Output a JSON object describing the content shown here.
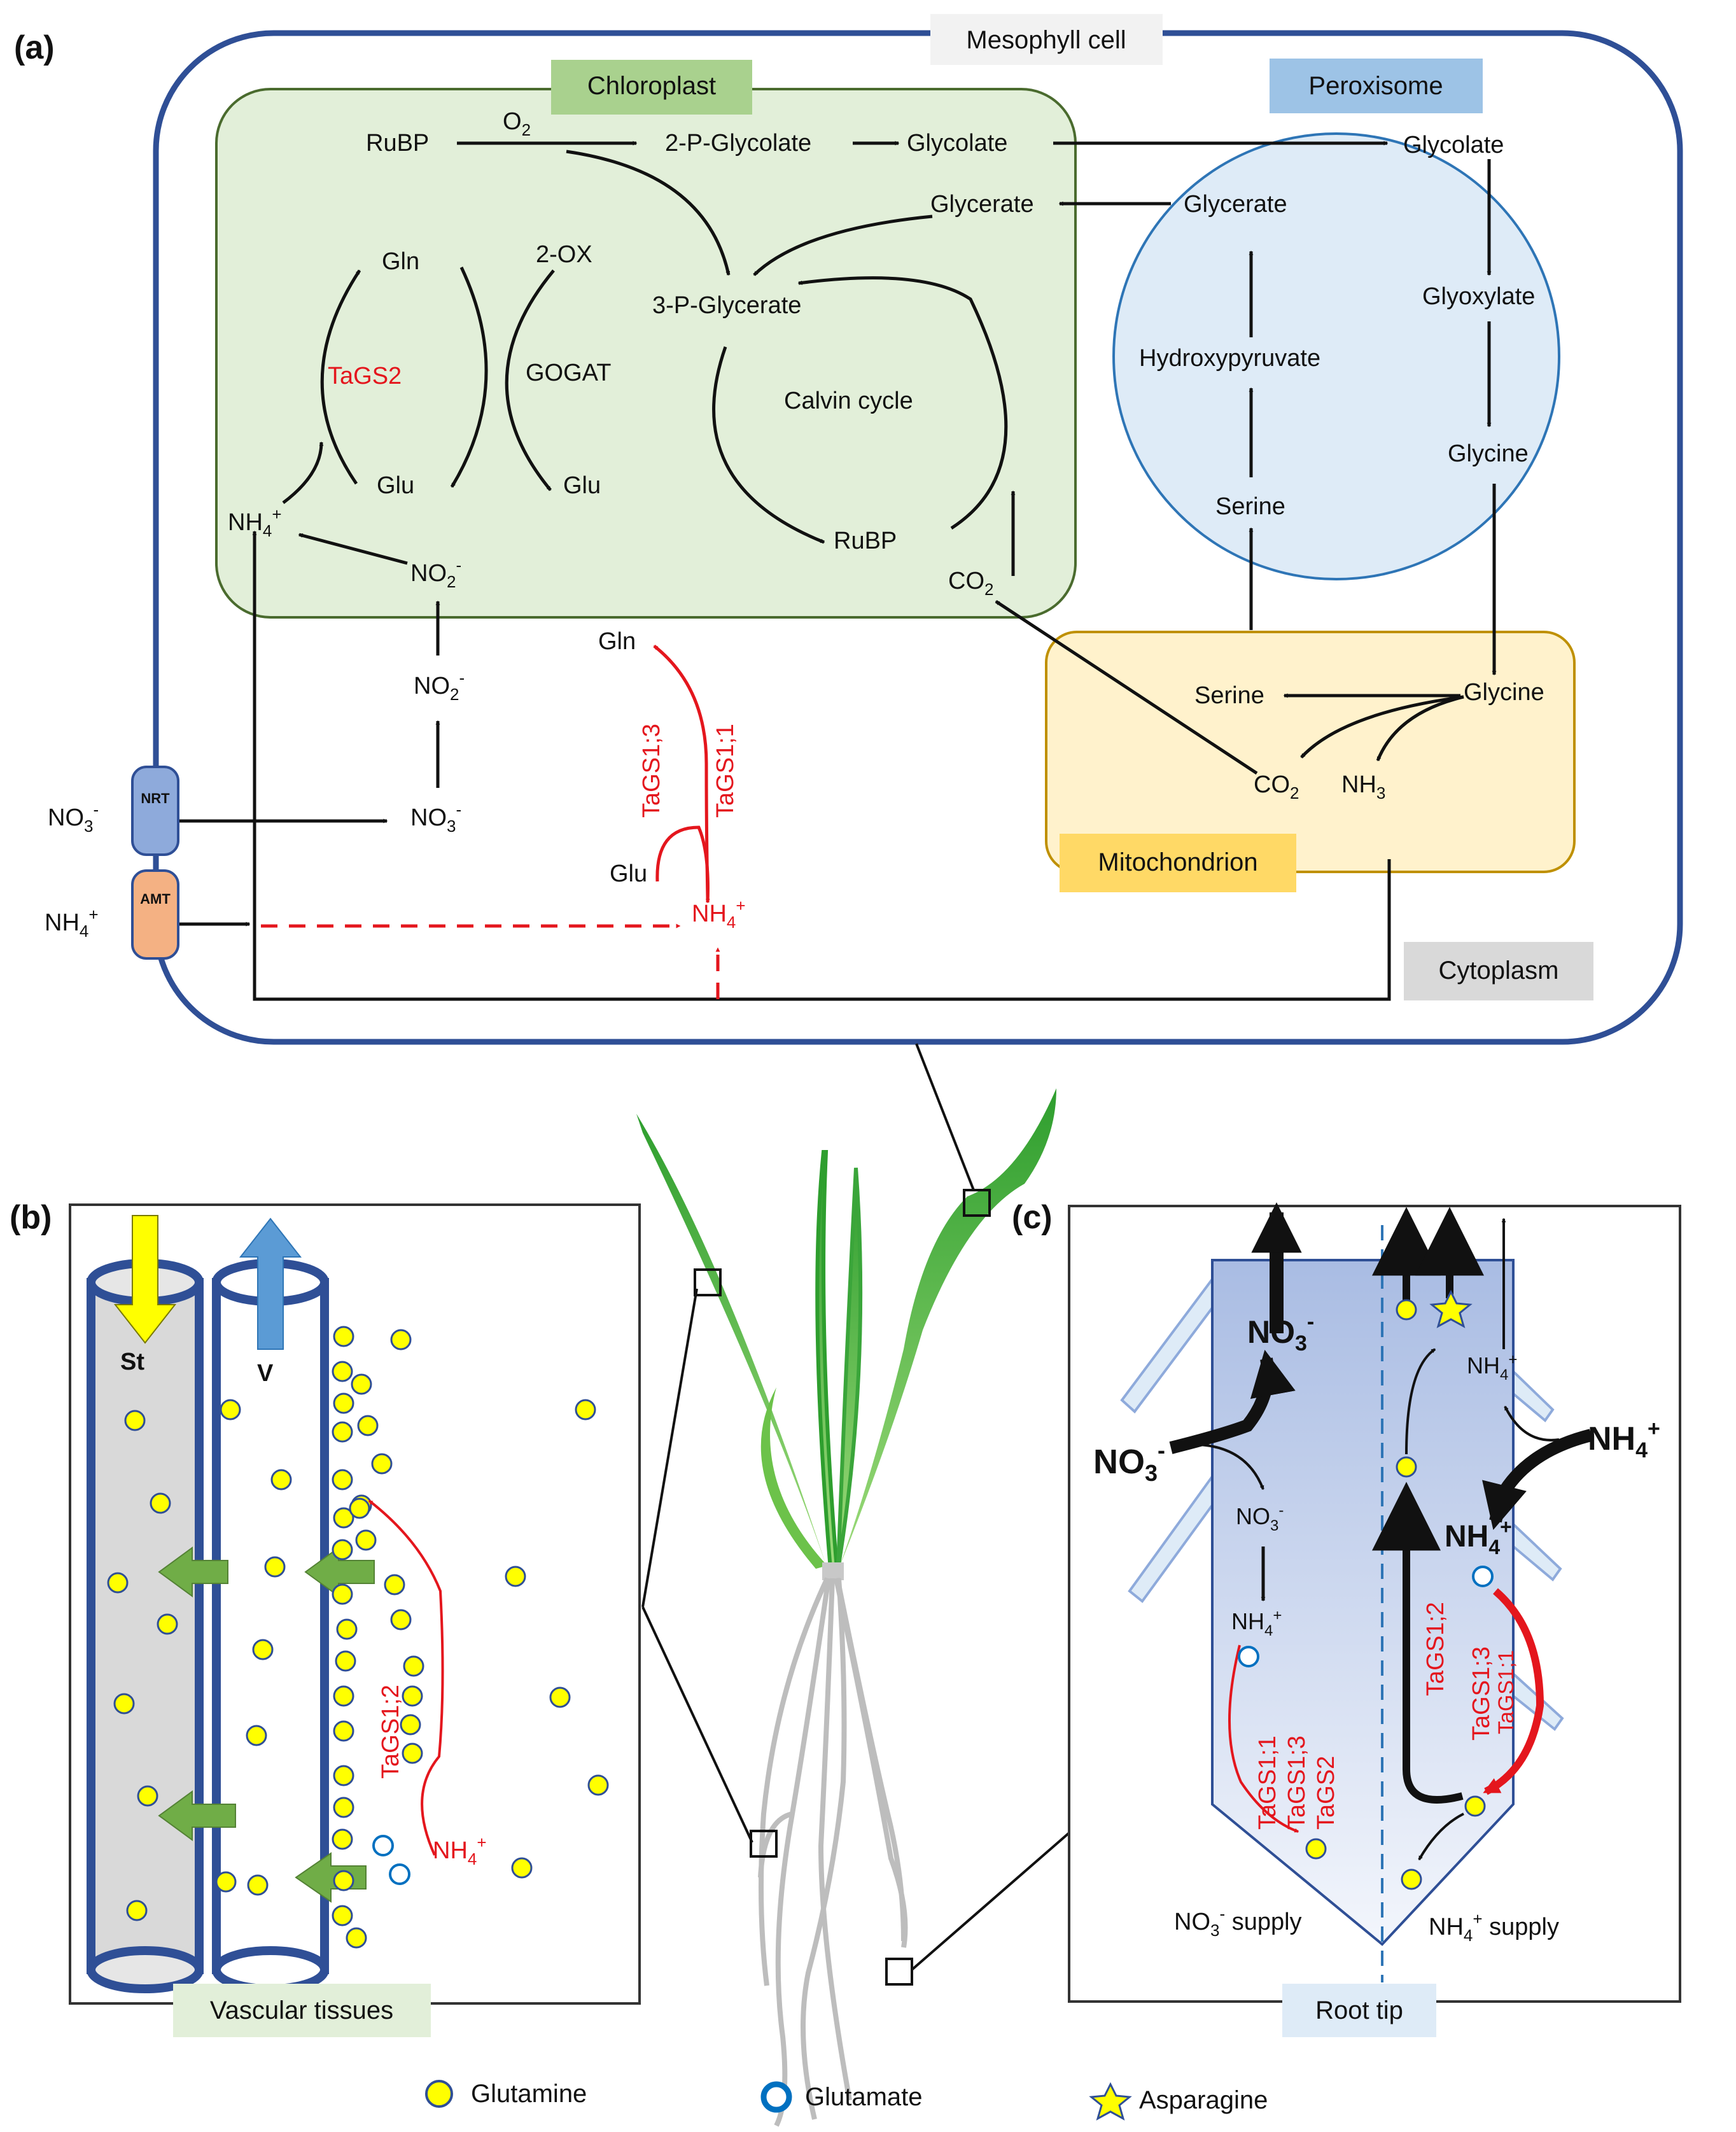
{
  "panel_a": {
    "tag": "(a)",
    "mesophyll_cell": "Mesophyll cell",
    "chloroplast": "Chloroplast",
    "peroxisome": "Peroxisome",
    "mitochondrion": "Mitochondrion",
    "cytoplasm": "Cytoplasm",
    "nrt": "NRT",
    "amt": "AMT",
    "calvin_cycle": "Calvin cycle",
    "gogat": "GOGAT",
    "tags2": "TaGS2",
    "tags1_3": "TaGS1;3",
    "tags1_1": "TaGS1;1",
    "rubp": "RuBP",
    "o2": "O",
    "o2_sub": "2",
    "p_glycolate": "2-P-Glycolate",
    "glycolate": "Glycolate",
    "glycerate": "Glycerate",
    "p_glycerate": "3-P-Glycerate",
    "gln": "Gln",
    "glu": "Glu",
    "ox2": "2-OX",
    "nh4": "NH",
    "nh4_sub": "4",
    "nh4_sup": "+",
    "no2": "NO",
    "no2_sub": "2",
    "no2_sup": "-",
    "no3": "NO",
    "no3_sub": "3",
    "no3_sup": "-",
    "co2": "CO",
    "co2_sub": "2",
    "nh3": "NH",
    "nh3_sub": "3",
    "glyoxylate": "Glyoxylate",
    "glycine": "Glycine",
    "serine": "Serine",
    "hydroxypyruvate": "Hydroxypyruvate"
  },
  "panel_b": {
    "tag": "(b)",
    "st": "St",
    "v": "V",
    "tags1_2": "TaGS1;2",
    "nh4": "NH",
    "nh4_sub": "4",
    "nh4_sup": "+",
    "label": "Vascular tissues"
  },
  "panel_c": {
    "tag": "(c)",
    "no3": "NO",
    "no3_sub": "3",
    "no3_sup": "-",
    "nh4": "NH",
    "nh4_sub": "4",
    "nh4_sup": "+",
    "left_genes": [
      "TaGS1;1",
      "TaGS1;3",
      "TaGS2"
    ],
    "right_gene_outer": "TaGS1;2",
    "right_genes_inner": [
      "TaGS1;3",
      "TaGS1;1"
    ],
    "no3_supply": " supply",
    "nh4_supply": " supply",
    "label": "Root tip"
  },
  "legend": {
    "glutamine": "Glutamine",
    "glutamate": "Glutamate",
    "asparagine": "Asparagine"
  },
  "colors": {
    "cell_border": "#2f4f96",
    "chloroplast_fill": "#e2efd9",
    "peroxisome_fill": "#deebf7",
    "mitochondrion_fill": "#fff2cc",
    "glutamine": "#ffff00",
    "red": "#e4161d"
  }
}
